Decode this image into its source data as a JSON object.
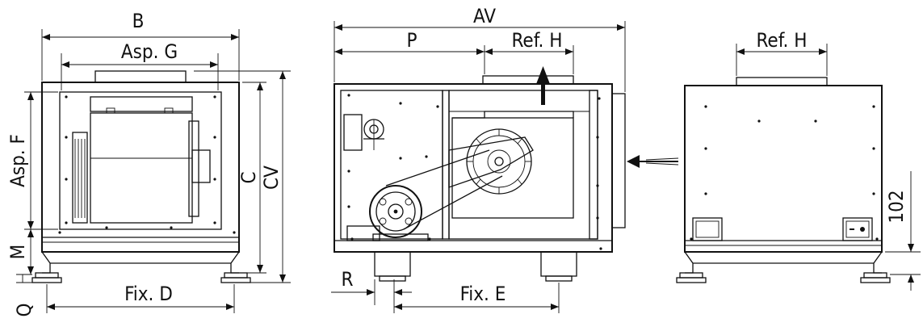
{
  "colors": {
    "line": "#111111",
    "background": "#ffffff"
  },
  "labels": {
    "B": "B",
    "asp_g": "Asp. G",
    "asp_f": "Asp. F",
    "c": "C",
    "cv": "CV",
    "m": "M",
    "q": "Q",
    "fix_d": "Fix. D",
    "av": "AV",
    "p": "P",
    "ref_h_side": "Ref. H",
    "r": "R",
    "fix_e": "Fix. E",
    "ref_h_rear": "Ref. H",
    "dim_102": "102"
  },
  "icons": {
    "airflow_in": "arrow-left-icon",
    "airflow_out": "arrow-up-icon"
  }
}
